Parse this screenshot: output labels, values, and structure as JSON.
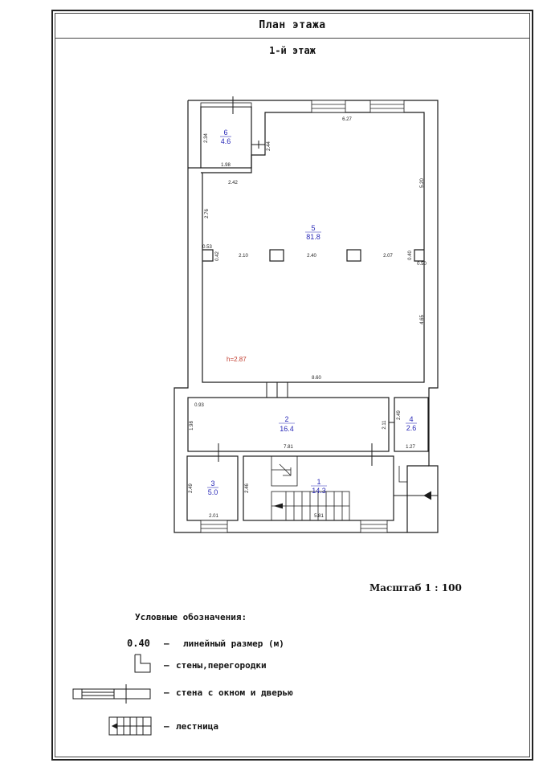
{
  "title": "План этажа",
  "floor": "1-й этаж",
  "rooms": [
    {
      "number": "6",
      "area": "4.6"
    },
    {
      "number": "5",
      "area": "81.8"
    },
    {
      "number": "2",
      "area": "16.4"
    },
    {
      "number": "4",
      "area": "2.6"
    },
    {
      "number": "3",
      "area": "5.0"
    },
    {
      "number": "1",
      "area": "14.3"
    }
  ],
  "dimensions": [
    "2.34",
    "1.98",
    "2.44",
    "6.27",
    "2.42",
    "5.20",
    "2.76",
    "0.53",
    "0.42",
    "2.10",
    "2.40",
    "2.07",
    "0.40",
    "0.50",
    "4.65",
    "8.60",
    "0.93",
    "1.98",
    "7.81",
    "2.11",
    "2.49",
    "1.27",
    "2.49",
    "2.46",
    "2.01",
    "5.81"
  ],
  "ceiling_height": "h=2.87",
  "scale": "Масштаб 1 : 100",
  "legend": {
    "title": "Условные обозначения:",
    "sample_value": "0.40",
    "dash": "–",
    "items": [
      "линейный размер (м)",
      "стены,перегородки",
      "стена с окном и дверью",
      "лестница"
    ]
  },
  "colors": {
    "room_label": "#2a2ab8",
    "height_label": "#c0392b",
    "line": "#1a1a1a"
  }
}
